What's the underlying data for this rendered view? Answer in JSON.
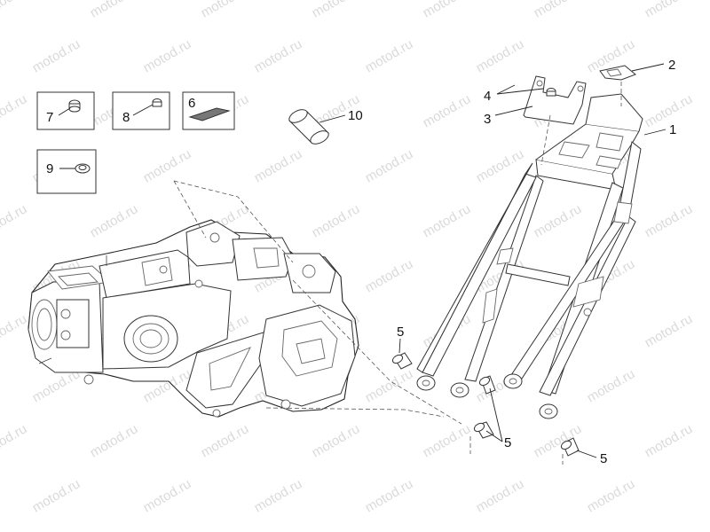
{
  "watermark": "motod.ru",
  "callouts": [
    "1",
    "2",
    "3",
    "4",
    "5",
    "6",
    "7",
    "8",
    "9",
    "10"
  ],
  "kit_boxes": [
    {
      "number": "7",
      "icon": "nut-icon"
    },
    {
      "number": "8",
      "icon": "screw-icon"
    },
    {
      "number": "6",
      "icon": "gasket-strip-icon"
    },
    {
      "number": "9",
      "icon": "clip-icon"
    }
  ]
}
